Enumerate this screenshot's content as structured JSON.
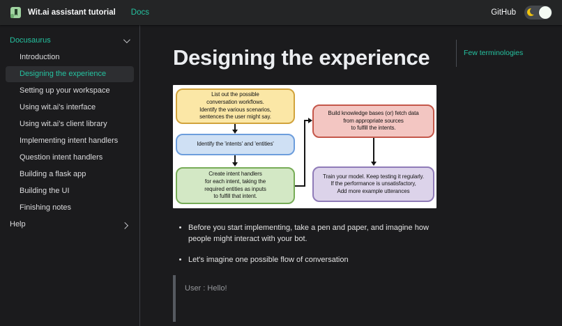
{
  "navbar": {
    "title": "Wit.ai assistant tutorial",
    "docs_label": "Docs",
    "github_label": "GitHub",
    "theme_toggle_state": "dark-mode-on",
    "icons": {
      "logo": "wit-site-logo",
      "moon": "moon-icon"
    }
  },
  "colors": {
    "accent": "#25c2a0",
    "background": "#1b1b1d",
    "navbar_bg": "#242526",
    "active_item_bg": "#2d2e31",
    "border": "#4a4d53"
  },
  "sidebar": {
    "category_label": "Docusaurus",
    "items": [
      {
        "label": "Introduction",
        "active": false
      },
      {
        "label": "Designing the experience",
        "active": true
      },
      {
        "label": "Setting up your workspace",
        "active": false
      },
      {
        "label": "Using wit.ai's interface",
        "active": false
      },
      {
        "label": "Using wit.ai's client library",
        "active": false
      },
      {
        "label": "Implementing intent handlers",
        "active": false
      },
      {
        "label": "Question intent handlers",
        "active": false
      },
      {
        "label": "Building a flask app",
        "active": false
      },
      {
        "label": "Building the UI",
        "active": false
      },
      {
        "label": "Finishing notes",
        "active": false
      }
    ],
    "help_label": "Help"
  },
  "toc": {
    "items": [
      {
        "label": "Few terminologies"
      }
    ]
  },
  "doc": {
    "title": "Designing the experience",
    "bullets": [
      "Before you start implementing, take a pen and paper, and imagine how people might interact with your bot.",
      "Let's imagine one possible flow of conversation"
    ],
    "blockquote": "User : Hello!"
  },
  "flowchart": {
    "boxes": [
      {
        "name": "list-conversation-workflows",
        "text": "List out the possible\nconversation workflows.\nIdentify the various scenarios,\nsentences the user might say.",
        "fill": "#fbe7a6",
        "border": "#d1a33c"
      },
      {
        "name": "identify-intents-entities",
        "text": "Identify the 'intents' and 'entities'",
        "fill": "#cfe0f4",
        "border": "#6c9ddc"
      },
      {
        "name": "create-intent-handlers",
        "text": "Create intent handlers\nfor each intent, taking the\nrequired entities as inputs\nto fulfill that intent.",
        "fill": "#d3e8c5",
        "border": "#77ac57"
      },
      {
        "name": "build-knowledge-bases",
        "text": "Build knowledge bases (or) fetch data\nfrom appropriate sources\nto fulfill the intents.",
        "fill": "#f3c6c2",
        "border": "#c4574a"
      },
      {
        "name": "train-your-model",
        "text": "Train your model. Keep testing it regularly.\nIf the performance is unsatisfactory,\nAdd more example utterances",
        "fill": "#dcd3ea",
        "border": "#8f7bb8"
      }
    ]
  }
}
